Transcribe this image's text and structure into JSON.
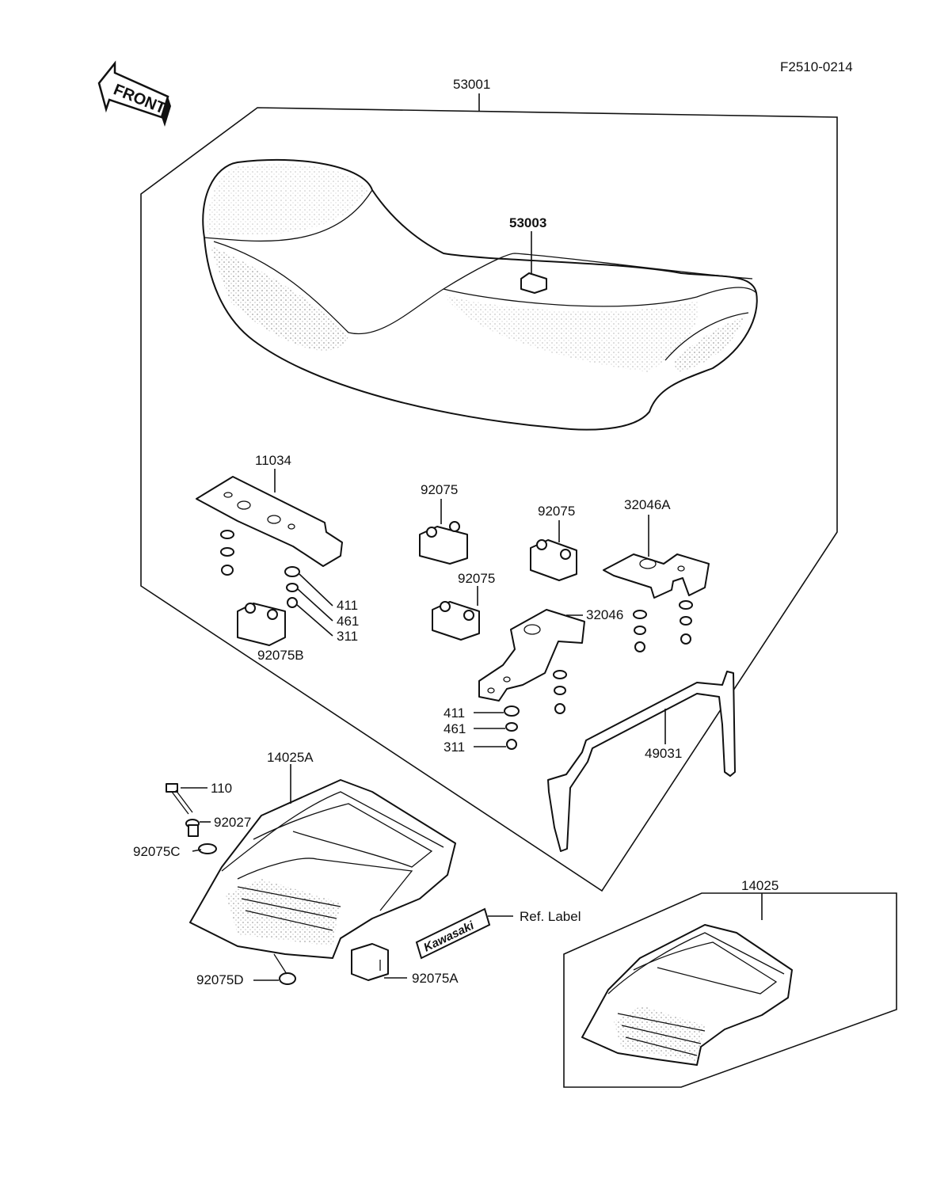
{
  "diagram": {
    "code": "F2510-0214",
    "front_arrow": "FRONT",
    "labels": {
      "seat_assy": "53001",
      "seat_hook": "53003",
      "bracket_front": "11034",
      "damper_a": "92075",
      "damper_b": "92075",
      "damper_c": "92075",
      "bracket_rear_a": "32046A",
      "bracket_rear": "32046",
      "washer_411_a": "411",
      "lockwasher_461_a": "461",
      "nut_311_a": "311",
      "damper_92075b": "92075B",
      "washer_411_b": "411",
      "lockwasher_461_b": "461",
      "nut_311_b": "311",
      "grab_rail": "49031",
      "cover_a": "14025A",
      "bolt_110": "110",
      "collar_92027": "92027",
      "damper_92075c": "92075C",
      "damper_92075d": "92075D",
      "damper_92075a": "92075A",
      "ref_label": "Ref.  Label",
      "cover": "14025",
      "emblem_text": "Kawasaki"
    }
  }
}
